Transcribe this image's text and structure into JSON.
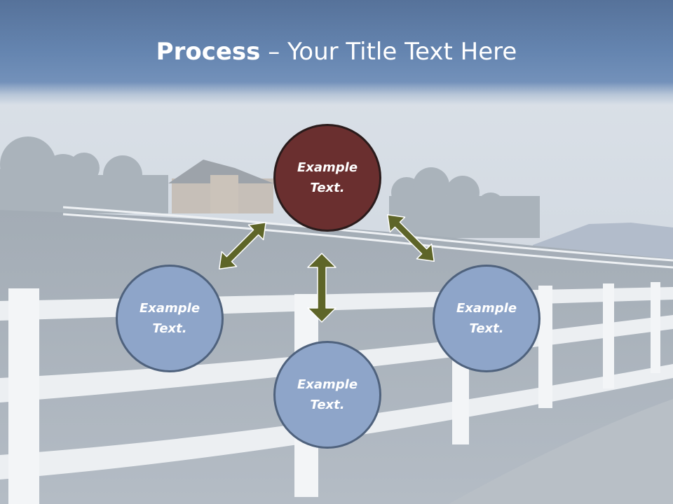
{
  "title": {
    "bold": "Process",
    "dash": " – ",
    "rest": "Your Title Text Here"
  },
  "nodes": {
    "center": "Example\nText.",
    "left": "Example\nText.",
    "right": "Example\nText.",
    "bottom": "Example\nText."
  },
  "colors": {
    "title_band": "#6585b0",
    "center_node": "#6a2f2f",
    "leaf_node": "#8ea5c9",
    "leaf_border": "#4f627d",
    "arrow": "#5e6528"
  }
}
